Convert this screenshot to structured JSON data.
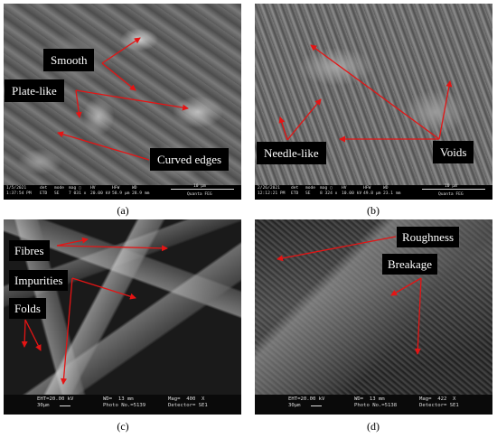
{
  "panels": {
    "a": {
      "caption": "(a)",
      "labels": {
        "smooth": "Smooth",
        "plate_like": "Plate-like",
        "curved_edges": "Curved edges"
      },
      "info_bar": {
        "date": "1/5/2021",
        "time": "1:37:54 PM",
        "det": "ETD",
        "mode": "SE",
        "mag": "7 031 x",
        "hv": "20.00 kV",
        "hfw": "58.9 µm",
        "wd": "28.9 mm",
        "scale": "10 µm",
        "brand": "Quanta FEG",
        "h_det": "det",
        "h_mode": "mode",
        "h_mag": "mag ▢",
        "h_hv": "HV",
        "h_hfw": "HFW",
        "h_wd": "WD"
      }
    },
    "b": {
      "caption": "(b)",
      "labels": {
        "needle_like": "Needle-like",
        "voids": "Voids"
      },
      "info_bar": {
        "date": "2/26/2021",
        "time": "12:12:21 PM",
        "det": "ETD",
        "mode": "SE",
        "mag": "8 324 x",
        "hv": "10.00 kV",
        "hfw": "49.8 µm",
        "wd": "23.1 mm",
        "scale": "10 µm",
        "brand": "Quanta FEG",
        "h_det": "det",
        "h_mode": "mode",
        "h_mag": "mag ▢",
        "h_hv": "HV",
        "h_hfw": "HFW",
        "h_wd": "WD"
      }
    },
    "c": {
      "caption": "(c)",
      "labels": {
        "fibres": "Fibres",
        "impurities": "Impurities",
        "folds": "Folds"
      },
      "info_bar": {
        "eht": "EHT=20.00 kV",
        "scale": "30µm",
        "wd": "WD=  13 mm",
        "photo": "Photo No.=5139",
        "mag": "Mag=  400  X",
        "detector": "Detector= SE1"
      }
    },
    "d": {
      "caption": "(d)",
      "labels": {
        "roughness": "Roughness",
        "breakage": "Breakage"
      },
      "info_bar": {
        "eht": "EHT=20.00 kV",
        "scale": "30µm",
        "wd": "WD=  13 mm",
        "photo": "Photo No.=5138",
        "mag": "Mag=  422  X",
        "detector": "Detector= SE1"
      }
    }
  },
  "colors": {
    "arrow": "#e51414",
    "label_bg": "#000000",
    "label_text": "#ffffff"
  }
}
